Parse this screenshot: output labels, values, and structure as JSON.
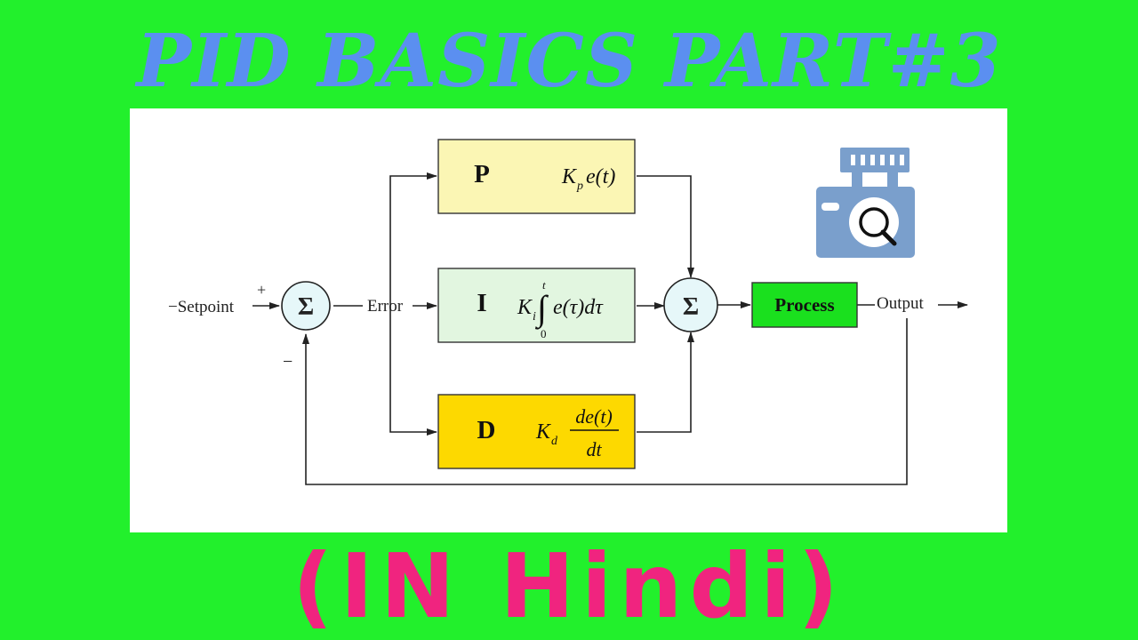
{
  "title": "PID BASICS PART#3",
  "subtitle": "(IN Hindi)",
  "diagram": {
    "setpoint_label": "−Setpoint",
    "plus_sign": "+",
    "minus_sign": "−",
    "sum_symbol": "Σ",
    "error_label": "Error",
    "output_label": "Output",
    "process_label": "Process",
    "blocks": {
      "p": {
        "letter": "P",
        "gain": "K",
        "gain_sub": "p",
        "expr": "e(t)"
      },
      "i": {
        "letter": "I",
        "gain": "K",
        "gain_sub": "i",
        "upper_limit": "t",
        "lower_limit": "0",
        "integral": "∫",
        "expr": "e(τ)dτ"
      },
      "d": {
        "letter": "D",
        "gain": "K",
        "gain_sub": "d",
        "numerator": "de(t)",
        "denominator": "dt"
      }
    }
  },
  "icon": "camera-search-icon",
  "colors": {
    "background": "#22f02c",
    "title": "#5b8ff0",
    "subtitle": "#f0247f",
    "p_block": "#fbf6b4",
    "i_block": "#e2f6e0",
    "d_block": "#fdd900",
    "process_block": "#1ae01e",
    "sum_node": "#e6f7f9",
    "icon": "#7a9fcc"
  }
}
